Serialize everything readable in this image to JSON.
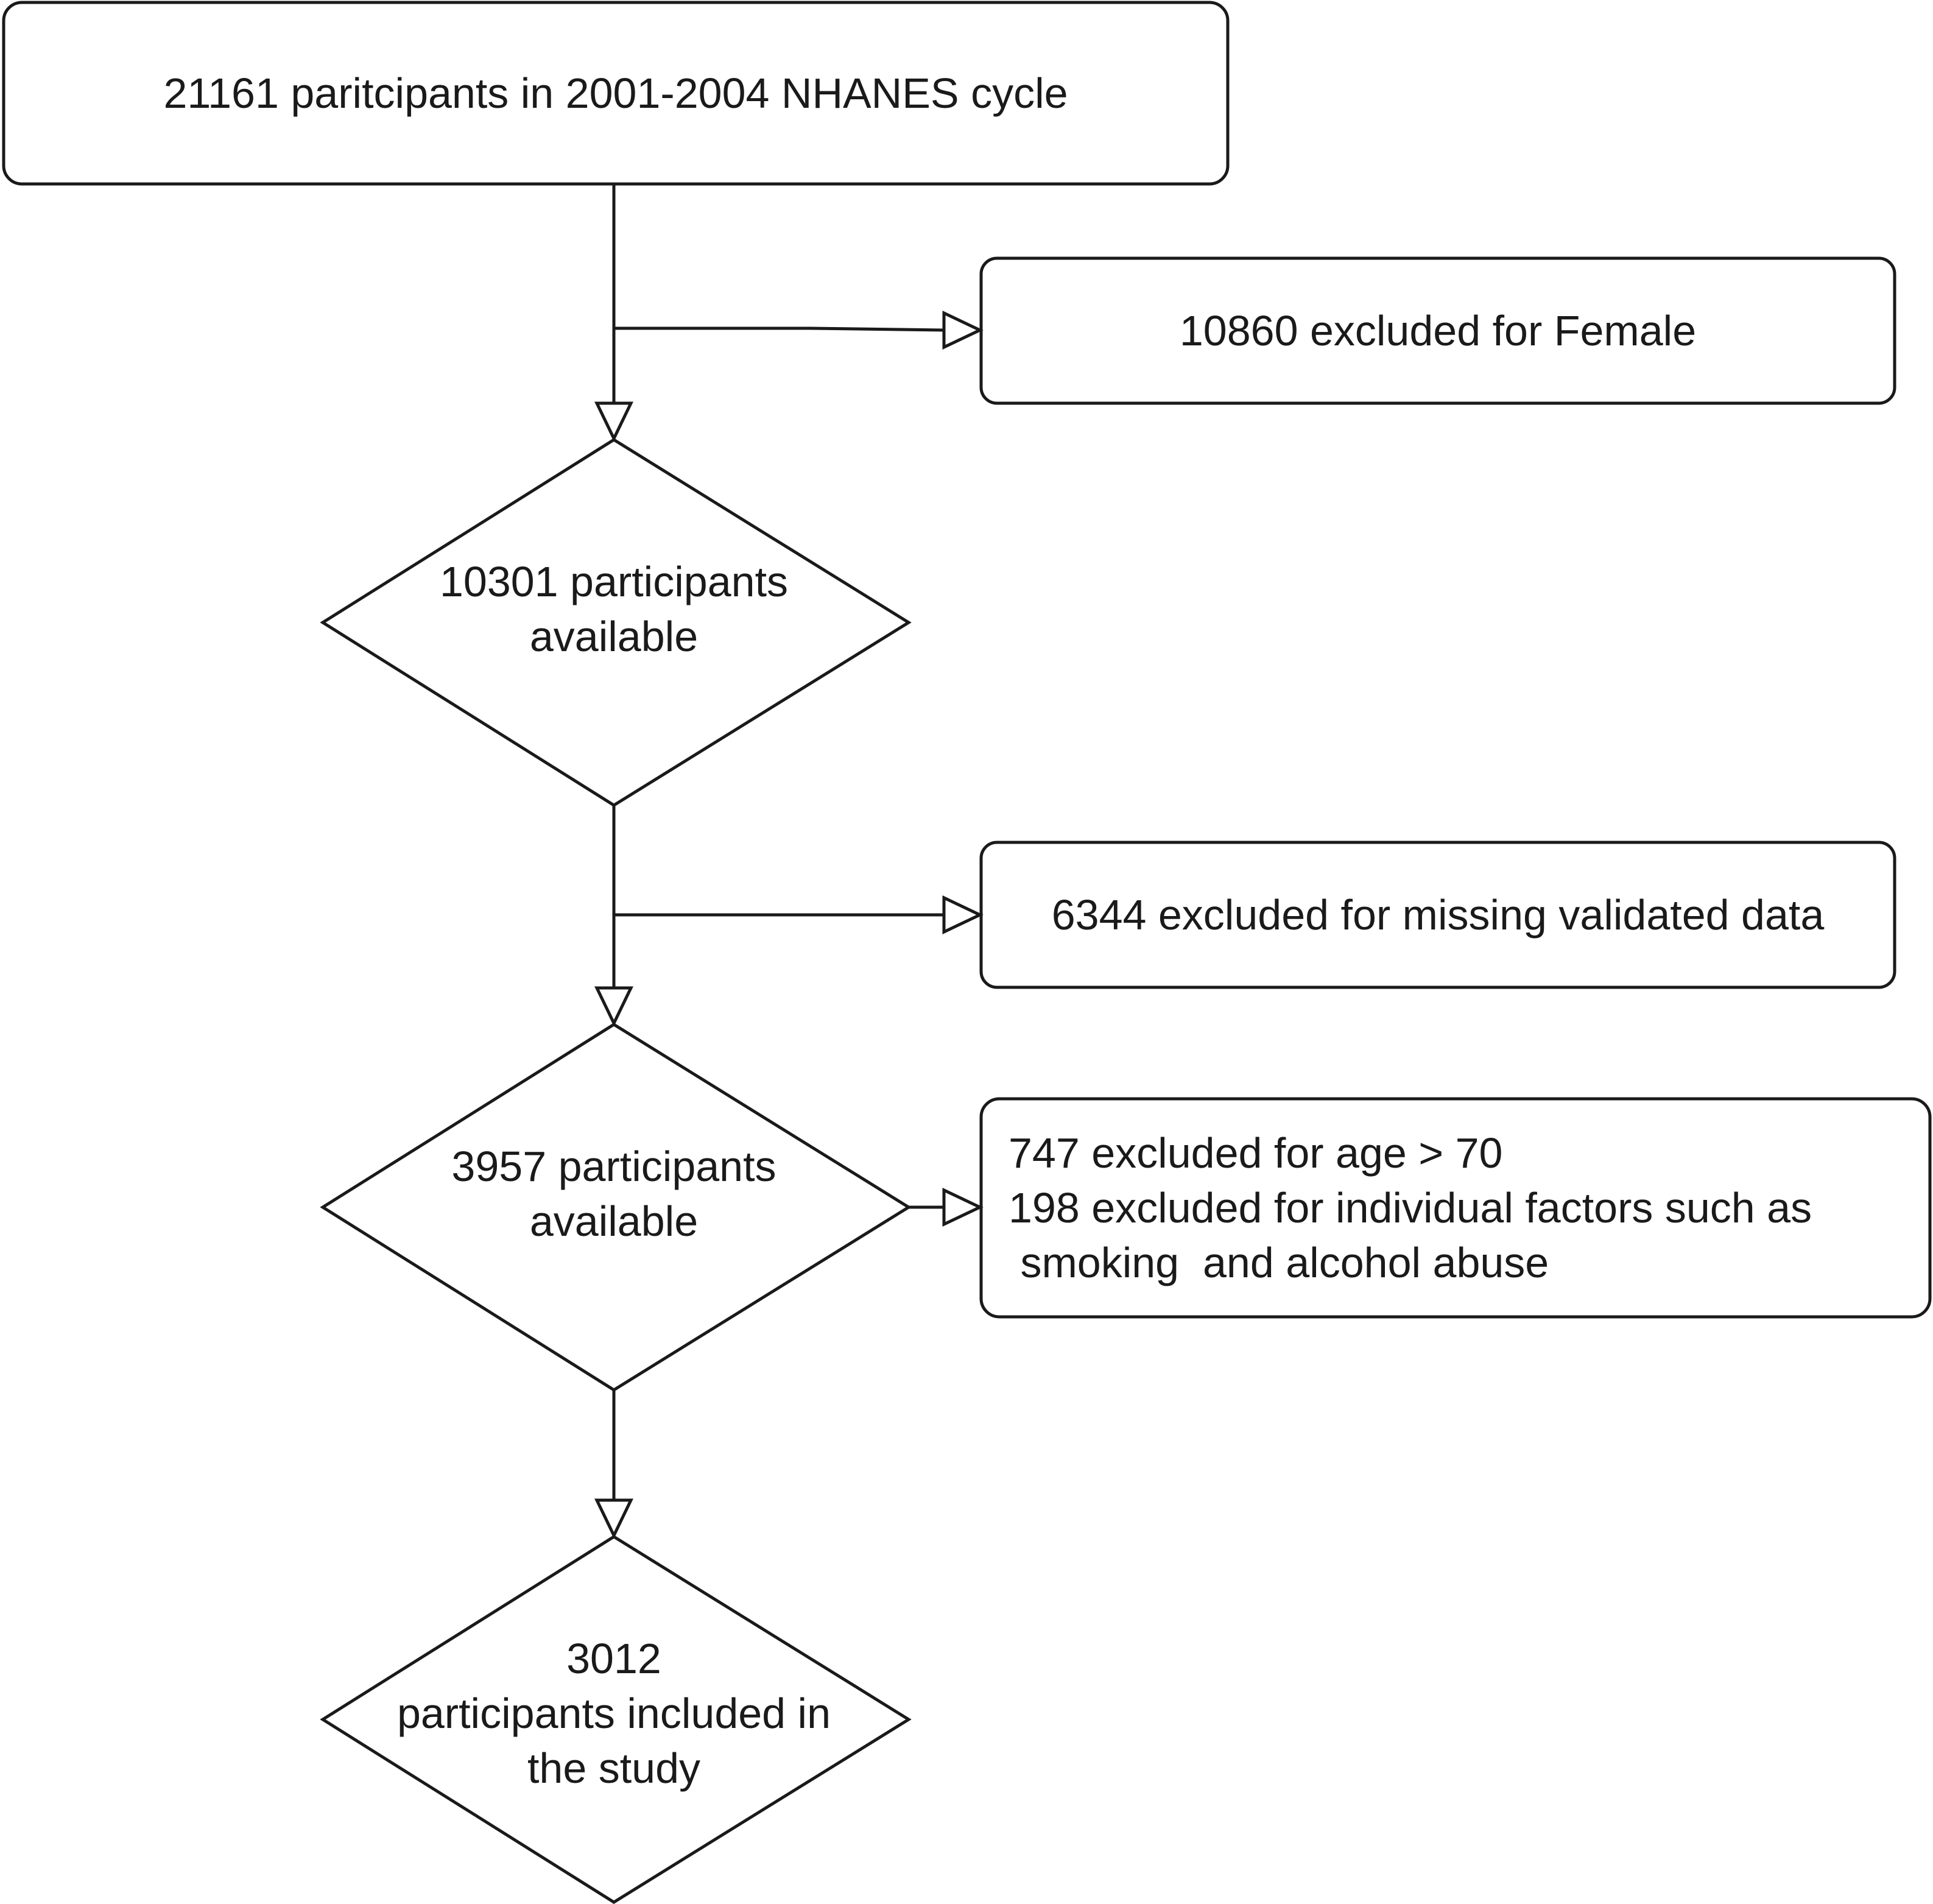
{
  "nodes": {
    "start": {
      "lines": [
        "21161 paritcipants in 2001-2004 NHANES cycle"
      ]
    },
    "exclude_female": {
      "lines": [
        "10860 excluded for Female"
      ]
    },
    "available_1": {
      "lines": [
        "10301 participants",
        "available"
      ]
    },
    "exclude_missing": {
      "lines": [
        "6344 excluded for missing validated data"
      ]
    },
    "available_2": {
      "lines": [
        "3957 participants",
        "available"
      ]
    },
    "exclude_age_factors": {
      "lines": [
        "747 excluded for age > 70",
        "198 excluded for individual factors such as",
        " smoking  and alcohol abuse"
      ]
    },
    "included": {
      "lines": [
        "3012",
        "participants included in",
        "the study"
      ]
    }
  },
  "colors": {
    "stroke": "#1a1a1a",
    "fill": "#ffffff",
    "text": "#1a1a1a"
  }
}
